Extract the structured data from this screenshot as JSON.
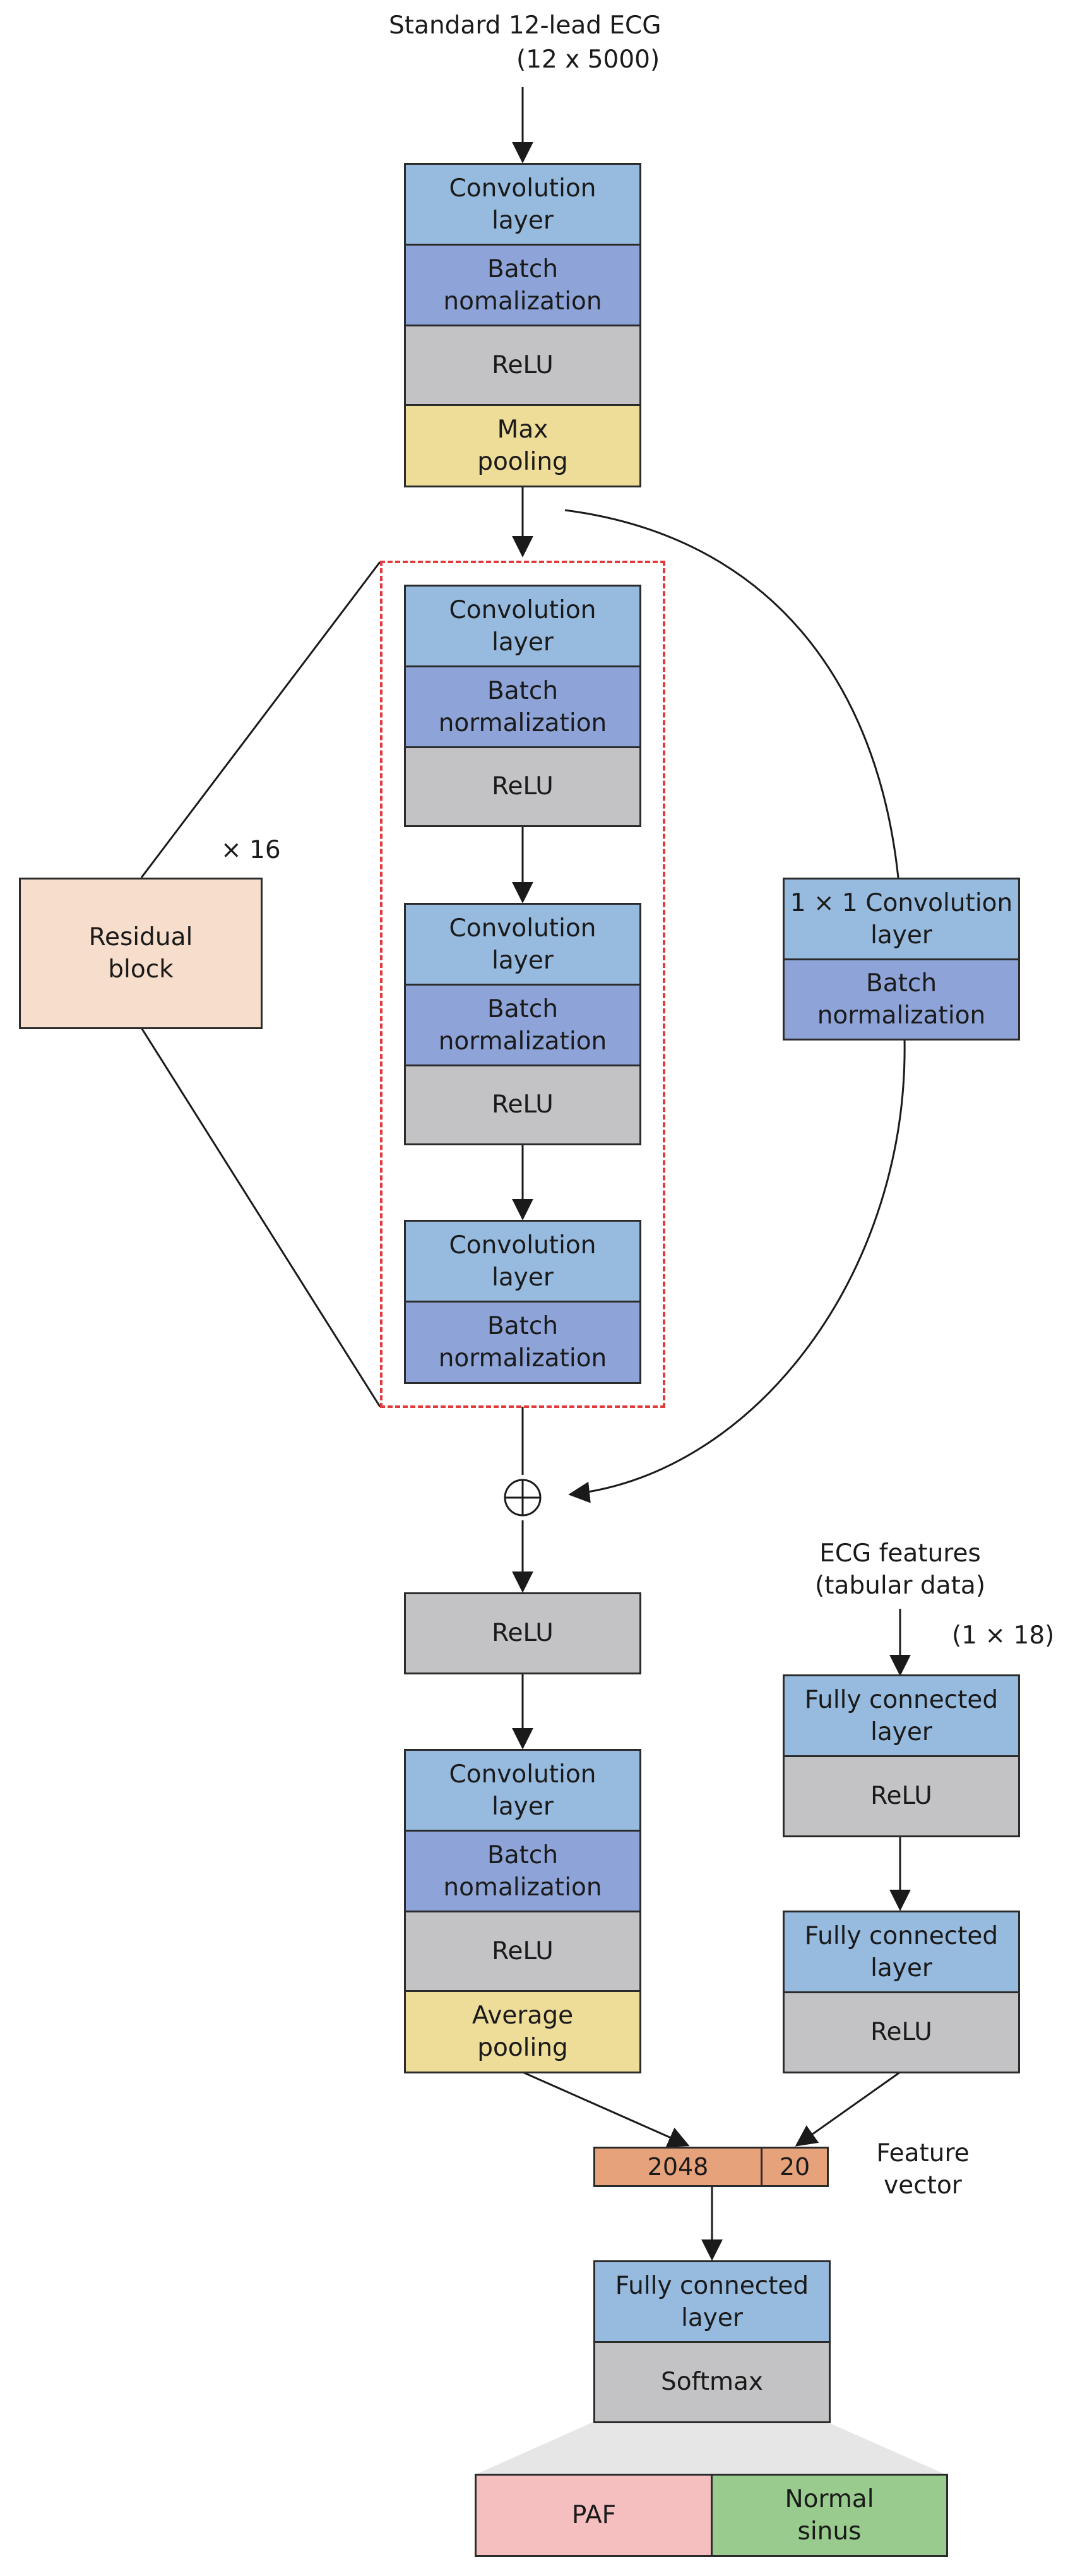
{
  "input": {
    "label": "Standard 12-lead ECG",
    "shape": "(12 x 5000)"
  },
  "stem": {
    "conv": "Convolution\nlayer",
    "bn": "Batch\nnomalization",
    "relu": "ReLU",
    "pool": "Max\npooling"
  },
  "residual_block": {
    "label": "Residual\nblock",
    "repeat": "× 16",
    "unit1": {
      "conv": "Convolution\nlayer",
      "bn": "Batch\nnormalization",
      "relu": "ReLU"
    },
    "unit2": {
      "conv": "Convolution\nlayer",
      "bn": "Batch\nnormalization",
      "relu": "ReLU"
    },
    "unit3": {
      "conv": "Convolution\nlayer",
      "bn": "Batch\nnormalization"
    }
  },
  "shortcut": {
    "conv": "1 × 1 Convolution\nlayer",
    "bn": "Batch\nnormalization"
  },
  "sum_symbol": "⊕",
  "post": {
    "relu": "ReLU",
    "conv": "Convolution\nlayer",
    "bn": "Batch\nnomalization",
    "relu2": "ReLU",
    "pool": "Average\npooling"
  },
  "tabular": {
    "label": "ECG features\n(tabular data)",
    "shape": "(1 × 18)",
    "fc1": "Fully connected\nlayer",
    "relu1": "ReLU",
    "fc2": "Fully connected\nlayer",
    "relu2": "ReLU"
  },
  "feature_vector": {
    "left": "2048",
    "right": "20",
    "label": "Feature\nvector"
  },
  "head": {
    "fc": "Fully connected\nlayer",
    "softmax": "Softmax"
  },
  "outputs": {
    "paf": "PAF",
    "normal": "Normal\nsinus"
  }
}
